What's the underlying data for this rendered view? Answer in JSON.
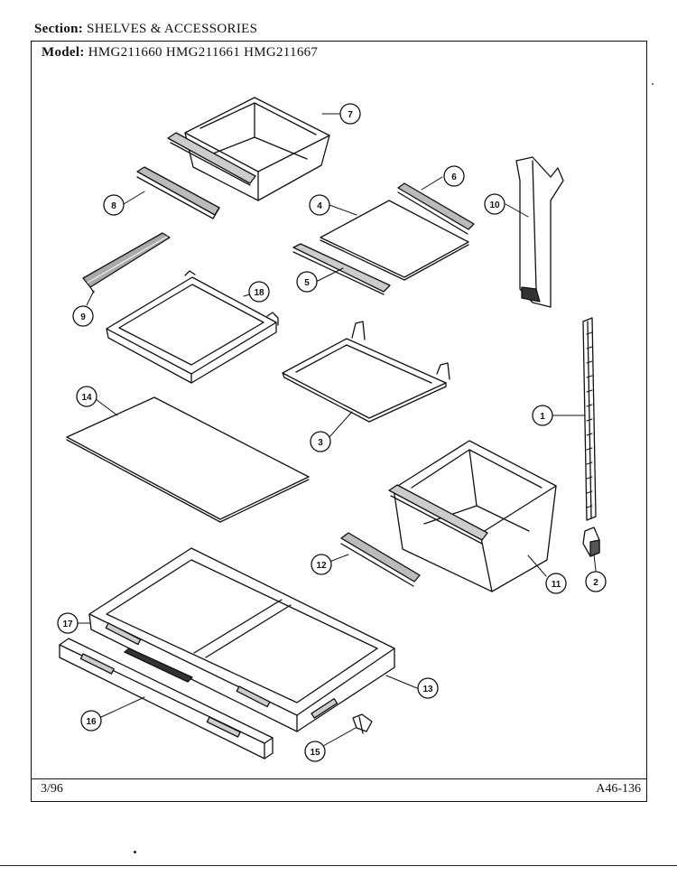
{
  "header": {
    "section_label": "Section:",
    "section_value": "SHELVES & ACCESSORIES",
    "model_label": "Model:",
    "model_value": "HMG211660  HMG211661  HMG211667"
  },
  "footer": {
    "date": "3/96",
    "code": "A46-136"
  },
  "callouts": [
    {
      "id": "callout-1",
      "label": "1"
    },
    {
      "id": "callout-2",
      "label": "2"
    },
    {
      "id": "callout-3",
      "label": "3"
    },
    {
      "id": "callout-4",
      "label": "4"
    },
    {
      "id": "callout-5",
      "label": "5"
    },
    {
      "id": "callout-6",
      "label": "6"
    },
    {
      "id": "callout-7",
      "label": "7"
    },
    {
      "id": "callout-8",
      "label": "8"
    },
    {
      "id": "callout-9",
      "label": "9"
    },
    {
      "id": "callout-10",
      "label": "10"
    },
    {
      "id": "callout-11",
      "label": "11"
    },
    {
      "id": "callout-12",
      "label": "12"
    },
    {
      "id": "callout-13",
      "label": "13"
    },
    {
      "id": "callout-14",
      "label": "14"
    },
    {
      "id": "callout-15",
      "label": "15"
    },
    {
      "id": "callout-16",
      "label": "16"
    },
    {
      "id": "callout-17",
      "label": "17"
    },
    {
      "id": "callout-18",
      "label": "18"
    }
  ]
}
